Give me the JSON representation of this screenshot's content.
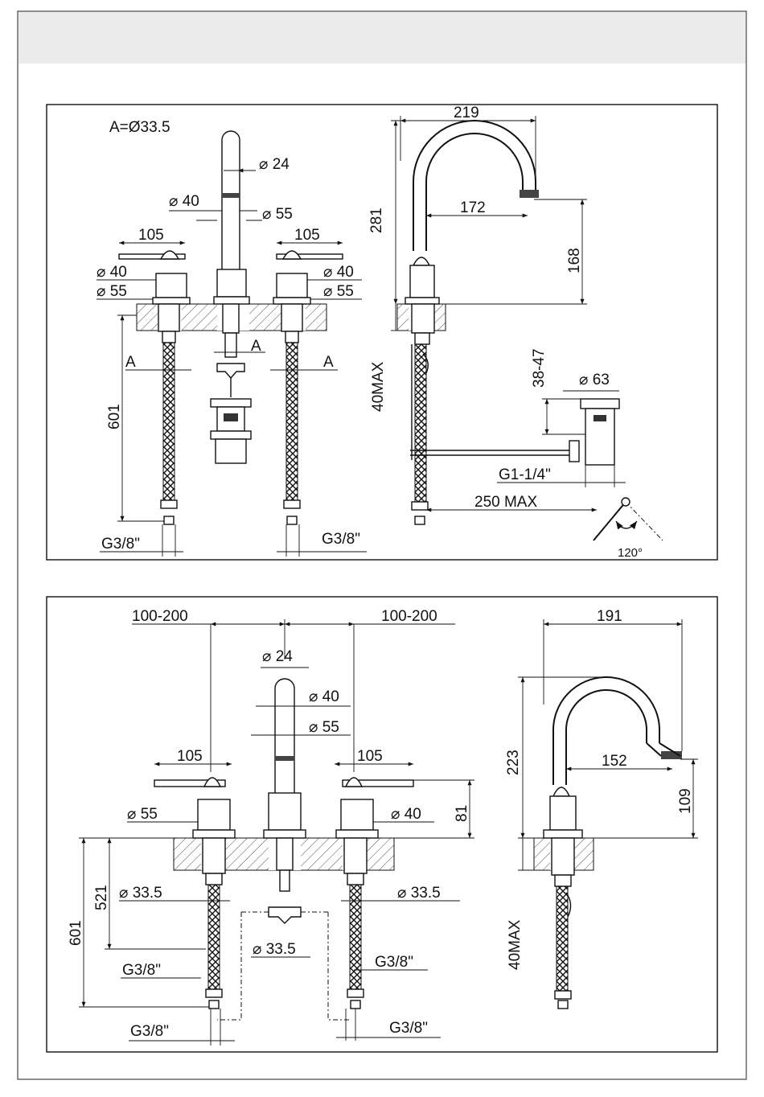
{
  "top_view": {
    "a_note": "A=Ø33.5",
    "d_spout_tip": "24",
    "d_spout_base_inner": "40",
    "d_spout_base_outer": "55",
    "left_handle_len": "105",
    "right_handle_len": "105",
    "left_d40": "40",
    "left_d55": "55",
    "right_d40": "40",
    "right_d55": "55",
    "label_a_left": "A",
    "label_a_center": "A",
    "label_a_right": "A",
    "hose_len": "601",
    "thread_left": "G3/8\"",
    "thread_right": "G3/8\""
  },
  "top_side": {
    "reach": "219",
    "height": "281",
    "inner_reach": "172",
    "spout_height": "168",
    "max_deck": "40MAX",
    "waste_travel": "38-47",
    "waste_diameter": "63",
    "waste_thread": "G1-1/4\"",
    "rod_max": "250 MAX",
    "rotation": "120°"
  },
  "bottom_view": {
    "spacing_left": "100-200",
    "spacing_right": "100-200",
    "d_spout_tip": "24",
    "d_spout_inner": "40",
    "d_spout_outer": "55",
    "left_handle_len": "105",
    "right_handle_len": "105",
    "left_d55": "55",
    "right_d40": "40",
    "handle_height": "81",
    "hose_len": "601",
    "tail_len": "521",
    "left_d33": "33.5",
    "right_d33": "33.5",
    "center_d33": "33.5",
    "thread_left_upper": "G3/8\"",
    "thread_right_upper": "G3/8\"",
    "thread_left_lower": "G3/8\"",
    "thread_right_lower": "G3/8\""
  },
  "bottom_side": {
    "reach": "191",
    "height": "223",
    "inner_reach": "152",
    "spout_height": "109",
    "max_deck": "40MAX"
  }
}
